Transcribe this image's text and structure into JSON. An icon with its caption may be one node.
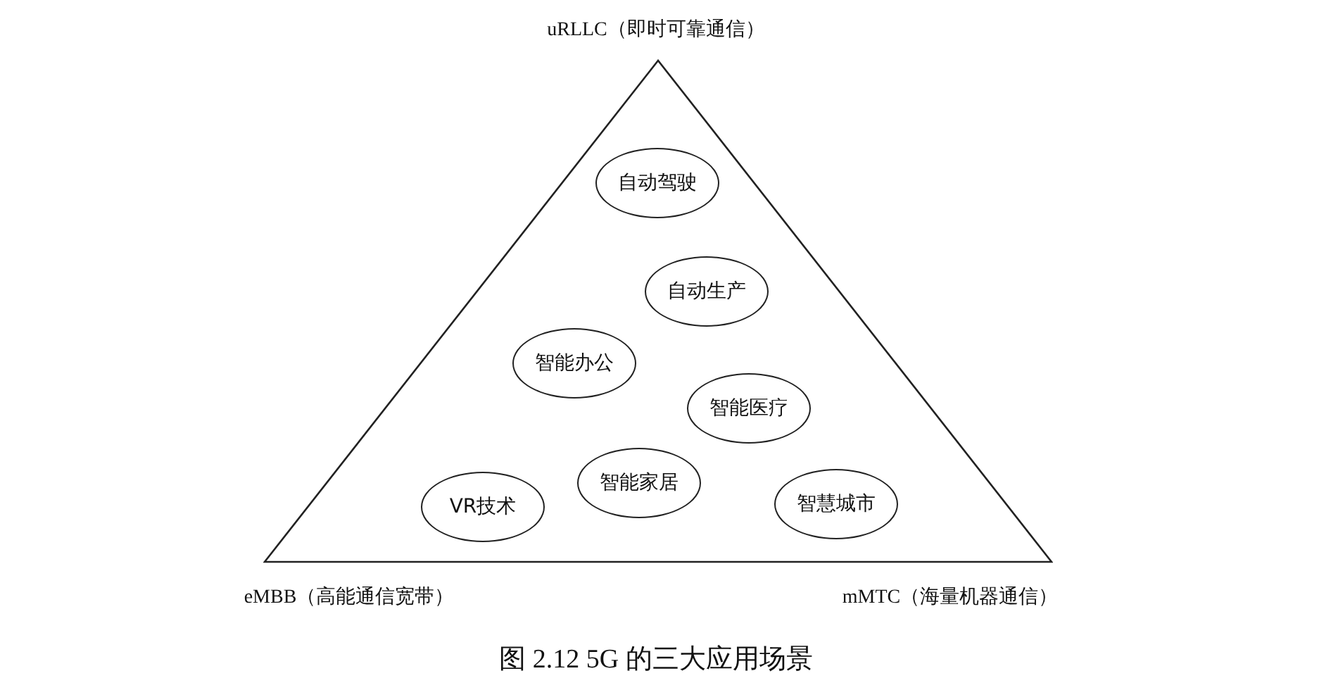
{
  "diagram": {
    "caption": "图 2.12 5G 的三大应用场景",
    "nodes": [
      {
        "text": [],
        "shape": "triangle"
      },
      {
        "text": [
          "自动驾驶"
        ],
        "in": 0
      },
      {
        "text": [
          "自动生产"
        ],
        "in": 0
      },
      {
        "text": [
          "智能办公"
        ],
        "in": 0
      },
      {
        "text": [
          "智能医疗"
        ],
        "in": 0
      },
      {
        "text": [
          "VR技术"
        ],
        "in": 0
      },
      {
        "text": [
          "智能家居"
        ],
        "in": 0
      },
      {
        "text": [
          "智慧城市"
        ],
        "in": 0
      }
    ],
    "labels": [
      "uRLLC（即时可靠通信）",
      "eMBB（高能通信宽带）",
      "mMTC（海量机器通信）"
    ]
  }
}
